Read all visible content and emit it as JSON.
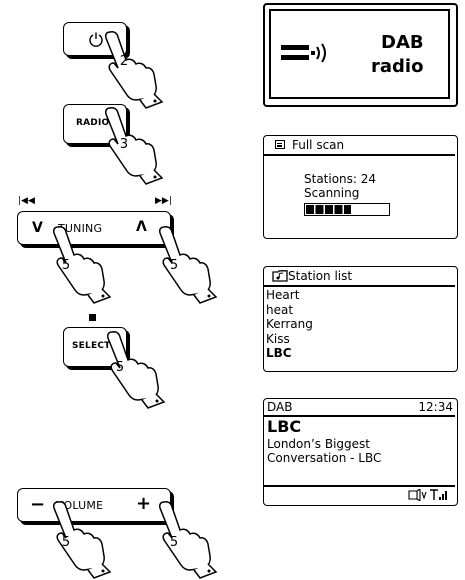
{
  "buttons": {
    "power": {
      "icon": "power-icon",
      "step": "2"
    },
    "radio": {
      "label": "RADIO",
      "step": "3"
    },
    "tuning": {
      "label": "TUNING",
      "left_symbol": "V",
      "right_symbol": "Λ",
      "step_left": "5",
      "step_right": "5",
      "prev_icon": "skip-back-icon",
      "next_icon": "skip-forward-icon"
    },
    "select": {
      "label": "SELECT",
      "step": "5",
      "stop_icon": "stop-icon"
    },
    "volume": {
      "label": "VOLUME",
      "minus": "−",
      "plus": "+",
      "step_left": "5",
      "step_right": "5"
    }
  },
  "screens": {
    "dab_radio": {
      "line1": "DAB",
      "line2": "radio",
      "icon": "radio-waves-icon"
    },
    "full_scan": {
      "title": "Full scan",
      "stations": "Stations: 24",
      "status": "Scanning",
      "progress": 0.55,
      "icon": "menu-icon"
    },
    "station_list": {
      "title": "Station list",
      "icon": "folder-music-icon",
      "items": [
        "Heart",
        "heat",
        "Kerrang",
        "Kiss",
        "LBC"
      ],
      "selected_index": 4
    },
    "now_playing": {
      "mode": "DAB",
      "time": "12:34",
      "station": "LBC",
      "info_line1": "London’s Biggest",
      "info_line2": "Conversation  - LBC",
      "status_icons": "stereo-signal-icons"
    }
  }
}
